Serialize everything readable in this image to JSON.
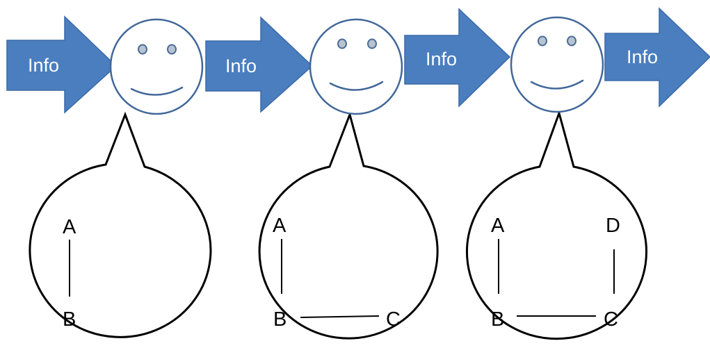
{
  "colors": {
    "arrow_fill": "#4a7ebf",
    "face_outline": "#41679a",
    "eye_fill": "#b8c3d0",
    "bubble_stroke": "#000000"
  },
  "arrows": [
    {
      "label": "Info"
    },
    {
      "label": "Info"
    },
    {
      "label": "Info"
    },
    {
      "label": "Info"
    }
  ],
  "people": [
    {
      "icon": "smiley-face-icon",
      "thought": {
        "nodes": [
          "A",
          "B"
        ],
        "edges": [
          [
            "A",
            "B"
          ]
        ]
      }
    },
    {
      "icon": "smiley-face-icon",
      "thought": {
        "nodes": [
          "A",
          "B",
          "C"
        ],
        "edges": [
          [
            "A",
            "B"
          ],
          [
            "B",
            "C"
          ]
        ]
      }
    },
    {
      "icon": "smiley-face-icon",
      "thought": {
        "nodes": [
          "A",
          "B",
          "C",
          "D"
        ],
        "edges": [
          [
            "A",
            "B"
          ],
          [
            "B",
            "C"
          ],
          [
            "C",
            "D"
          ]
        ]
      }
    }
  ]
}
